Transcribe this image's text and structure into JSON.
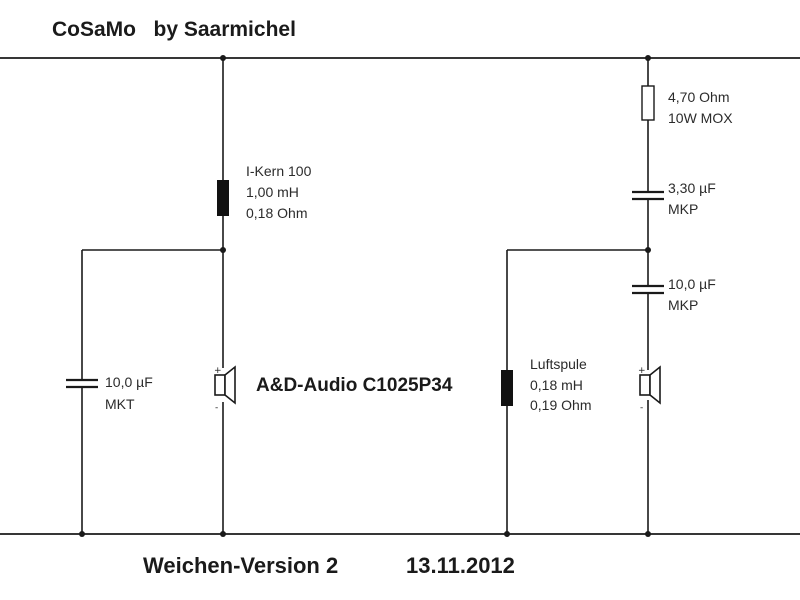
{
  "header": {
    "title": "CoSaMo   by Saarmichel"
  },
  "components": {
    "coil_l1": {
      "line1": "I-Kern 100",
      "line2": "1,00 mH",
      "line3": "0,18 Ohm"
    },
    "cap_c1": {
      "line1": "10,0 µF",
      "line2": "MKT"
    },
    "driver": {
      "name": "A&D-Audio C1025P34"
    },
    "coil_l2": {
      "line1": "Luftspule",
      "line2": "0,18 mH",
      "line3": "0,19 Ohm"
    },
    "resistor_r1": {
      "line1": "4,70 Ohm",
      "line2": "10W MOX"
    },
    "cap_c2": {
      "line1": "3,30 µF",
      "line2": "MKP"
    },
    "cap_c3": {
      "line1": "10,0 µF",
      "line2": "MKP"
    }
  },
  "speaker_polarity": {
    "plus": "+",
    "minus": "-"
  },
  "footer": {
    "version": "Weichen-Version 2",
    "date": "13.11.2012"
  }
}
